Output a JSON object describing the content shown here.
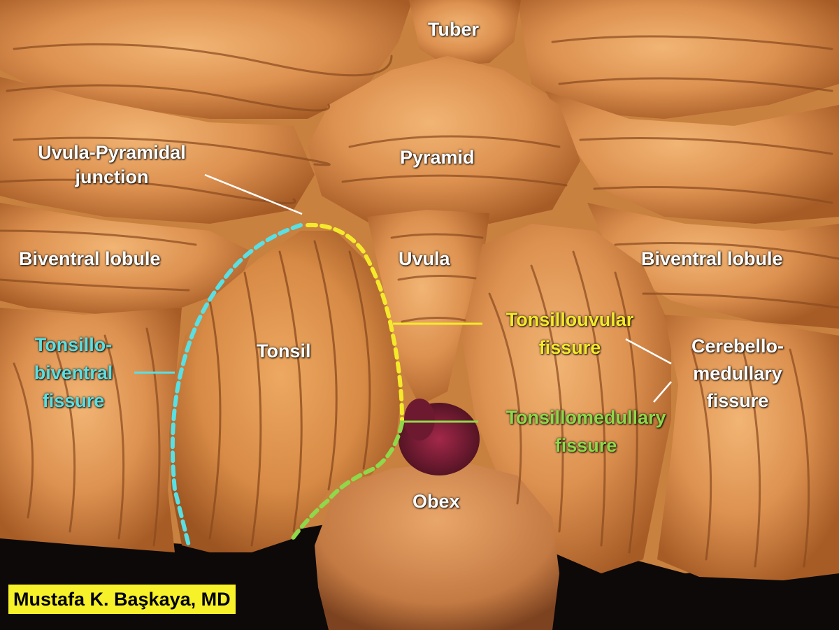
{
  "labels": {
    "tuber": "Tuber",
    "pyramid": "Pyramid",
    "uvula_pyramidal_1": "Uvula-Pyramidal",
    "uvula_pyramidal_2": "junction",
    "biventral_left": "Biventral lobule",
    "biventral_right": "Biventral lobule",
    "uvula": "Uvula",
    "tonsil": "Tonsil",
    "tonsilloouvular_1": "Tonsillouvular",
    "tonsilloouvular_2": "fissure",
    "tonsillobiventral_1": "Tonsillo-",
    "tonsillobiventral_2": "biventral",
    "tonsillobiventral_3": "fissure",
    "cerebellomedullary_1": "Cerebello-",
    "cerebellomedullary_2": "medullary",
    "cerebellomedullary_3": "fissure",
    "tonsillomedullary_1": "Tonsillomedullary",
    "tonsillomedullary_2": "fissure",
    "obex": "Obex"
  },
  "credit": "Mustafa K. Başkaya, MD",
  "colors": {
    "tissue": "#dc9050",
    "tissue_light": "#efb470",
    "tissue_dark": "#8a4a1e",
    "background": "#0c0908",
    "tonsillouvular_line": "#f4ea2b",
    "tonsillomedullary_line": "#8fd84a",
    "tonsillobiventral_line": "#58e0e4",
    "credit_background": "#f7f12a"
  }
}
